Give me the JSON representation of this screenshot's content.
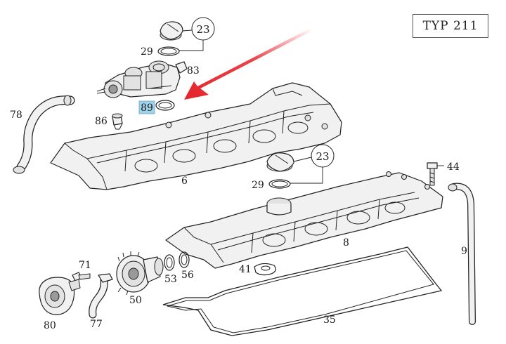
{
  "header": {
    "model_label": "TYP 211"
  },
  "colors": {
    "arrow_red": "#e4232a",
    "highlight": "#9fd3ea",
    "line": "#222222"
  },
  "parts": {
    "p23_top": "23",
    "p29_top": "29",
    "p83": "83",
    "p89": "89",
    "p86": "86",
    "p78": "78",
    "p6": "6",
    "p23_mid": "23",
    "p29_mid": "29",
    "p44": "44",
    "p8": "8",
    "p9": "9",
    "p71": "71",
    "p41": "41",
    "p53": "53",
    "p56": "56",
    "p50": "50",
    "p80": "80",
    "p77": "77",
    "p35": "35"
  },
  "highlighted_part": "89"
}
